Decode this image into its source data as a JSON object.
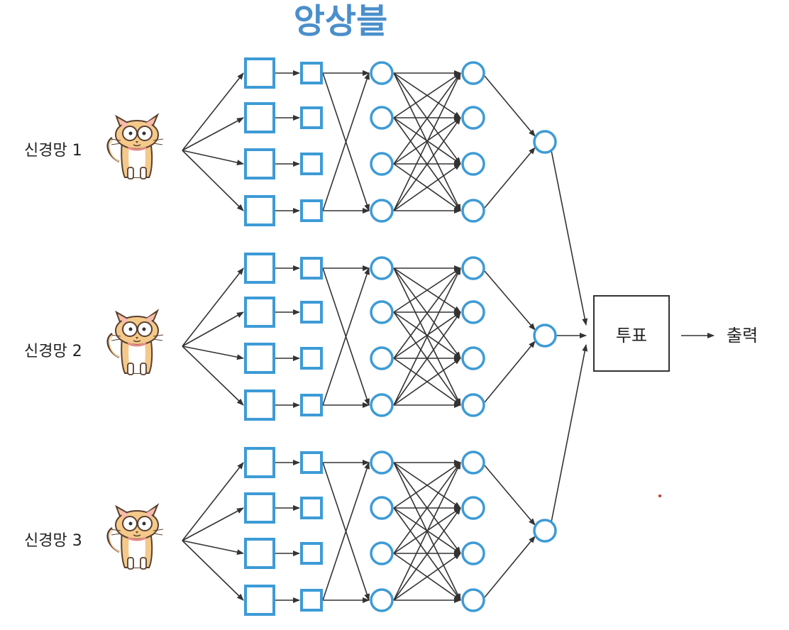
{
  "title": "앙상블",
  "networks": [
    {
      "label": "신경망 1"
    },
    {
      "label": "신경망 2"
    },
    {
      "label": "신경망 3"
    }
  ],
  "vote_label": "투표",
  "output_label": "출력",
  "colors": {
    "accent": "#4a8fcb",
    "node_stroke": "#3d9bd6",
    "arrow": "#333333",
    "cat_fur": "#f4c98a",
    "cat_outline": "#5a4030"
  },
  "icons": [
    "cat-icon"
  ]
}
